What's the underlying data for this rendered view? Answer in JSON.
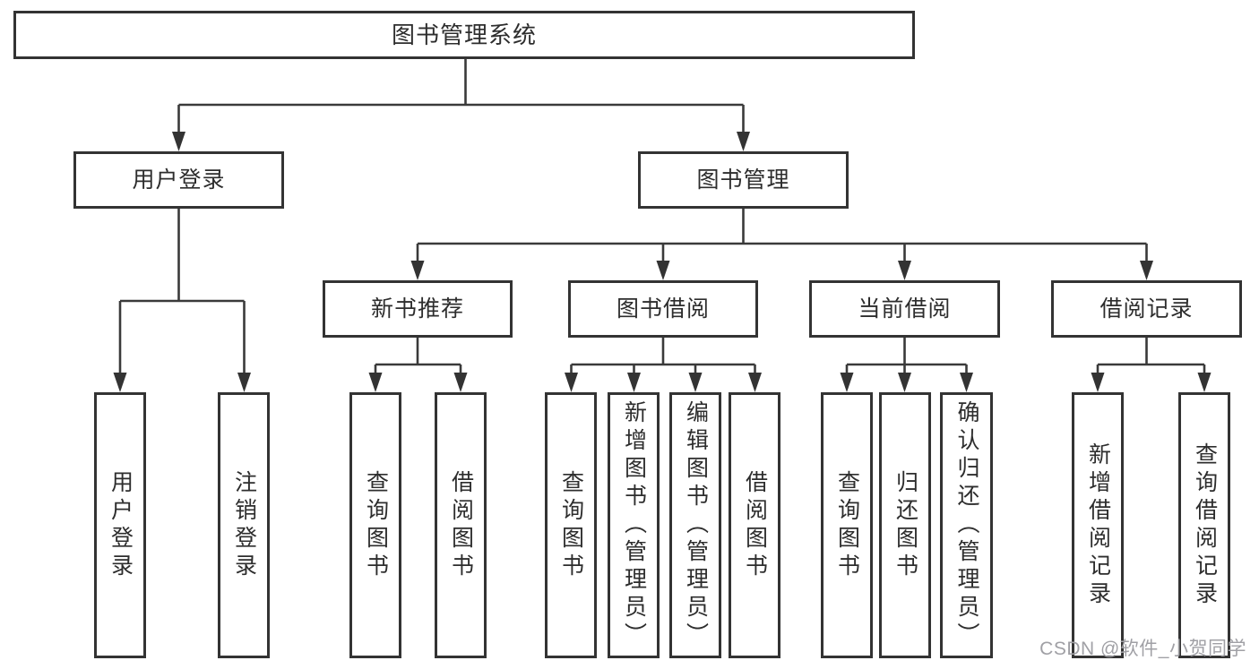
{
  "tree": {
    "root": {
      "label": "图书管理系统"
    },
    "branches": [
      {
        "label": "用户登录",
        "children": [
          {
            "label": "用户登录"
          },
          {
            "label": "注销登录"
          }
        ]
      },
      {
        "label": "图书管理",
        "children": [
          {
            "label": "新书推荐",
            "children": [
              {
                "label": "查询图书"
              },
              {
                "label": "借阅图书"
              }
            ]
          },
          {
            "label": "图书借阅",
            "children": [
              {
                "label": "查询图书"
              },
              {
                "label": "新增图书（管理员）"
              },
              {
                "label": "编辑图书（管理员）"
              },
              {
                "label": "借阅图书"
              }
            ]
          },
          {
            "label": "当前借阅",
            "children": [
              {
                "label": "查询图书"
              },
              {
                "label": "归还图书"
              },
              {
                "label": "确认归还（管理员）"
              }
            ]
          },
          {
            "label": "借阅记录",
            "children": [
              {
                "label": "新增借阅记录"
              },
              {
                "label": "查询借阅记录"
              }
            ]
          }
        ]
      }
    ]
  },
  "watermark": {
    "text": "CSDN @软件_小贺同学"
  },
  "colors": {
    "line": "#3a3a3a",
    "box_border": "#333333",
    "text": "#2d2d2d",
    "background": "#ffffff",
    "watermark": "#a0a0a5"
  }
}
